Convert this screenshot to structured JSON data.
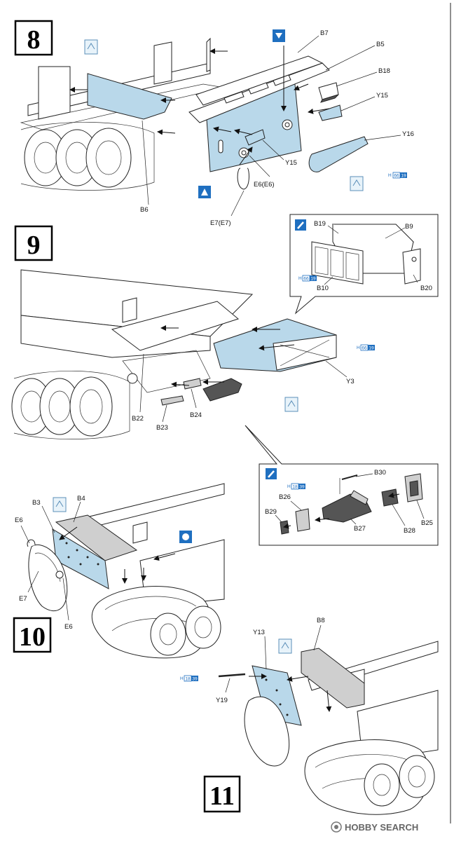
{
  "steps": [
    {
      "number": "8",
      "labels": [
        "B7",
        "B5",
        "B18",
        "Y15",
        "Y16",
        "Y15",
        "E6(E6)",
        "B6",
        "E7(E7)"
      ],
      "paint_code": {
        "prefix": "H",
        "a": "66",
        "b": "19"
      }
    },
    {
      "number": "9",
      "labels": [
        "B22",
        "B23",
        "B24",
        "Y3"
      ],
      "paint_code": {
        "prefix": "H",
        "a": "66",
        "b": "19"
      }
    },
    {
      "number": "10",
      "labels": [
        "B3",
        "B4",
        "E6",
        "E7",
        "E6"
      ]
    },
    {
      "number": "11",
      "labels": [
        "B8",
        "Y13",
        "Y19"
      ],
      "paint_code": {
        "prefix": "H",
        "a": "18",
        "b": "39"
      }
    }
  ],
  "inset_9": {
    "labels": [
      "B19",
      "B9",
      "B10",
      "B20"
    ],
    "paint_code": {
      "prefix": "H",
      "a": "66",
      "b": "19"
    }
  },
  "inset_10": {
    "labels": [
      "B30",
      "B26",
      "B29",
      "B27",
      "B28",
      "B25"
    ],
    "paint_code": {
      "prefix": "H",
      "a": "18",
      "b": "39"
    }
  },
  "watermark": "HOBBY SEARCH",
  "colors": {
    "part_blue": "#b9d8ea",
    "icon_blue": "#1f6fc0",
    "ink": "#222222"
  }
}
